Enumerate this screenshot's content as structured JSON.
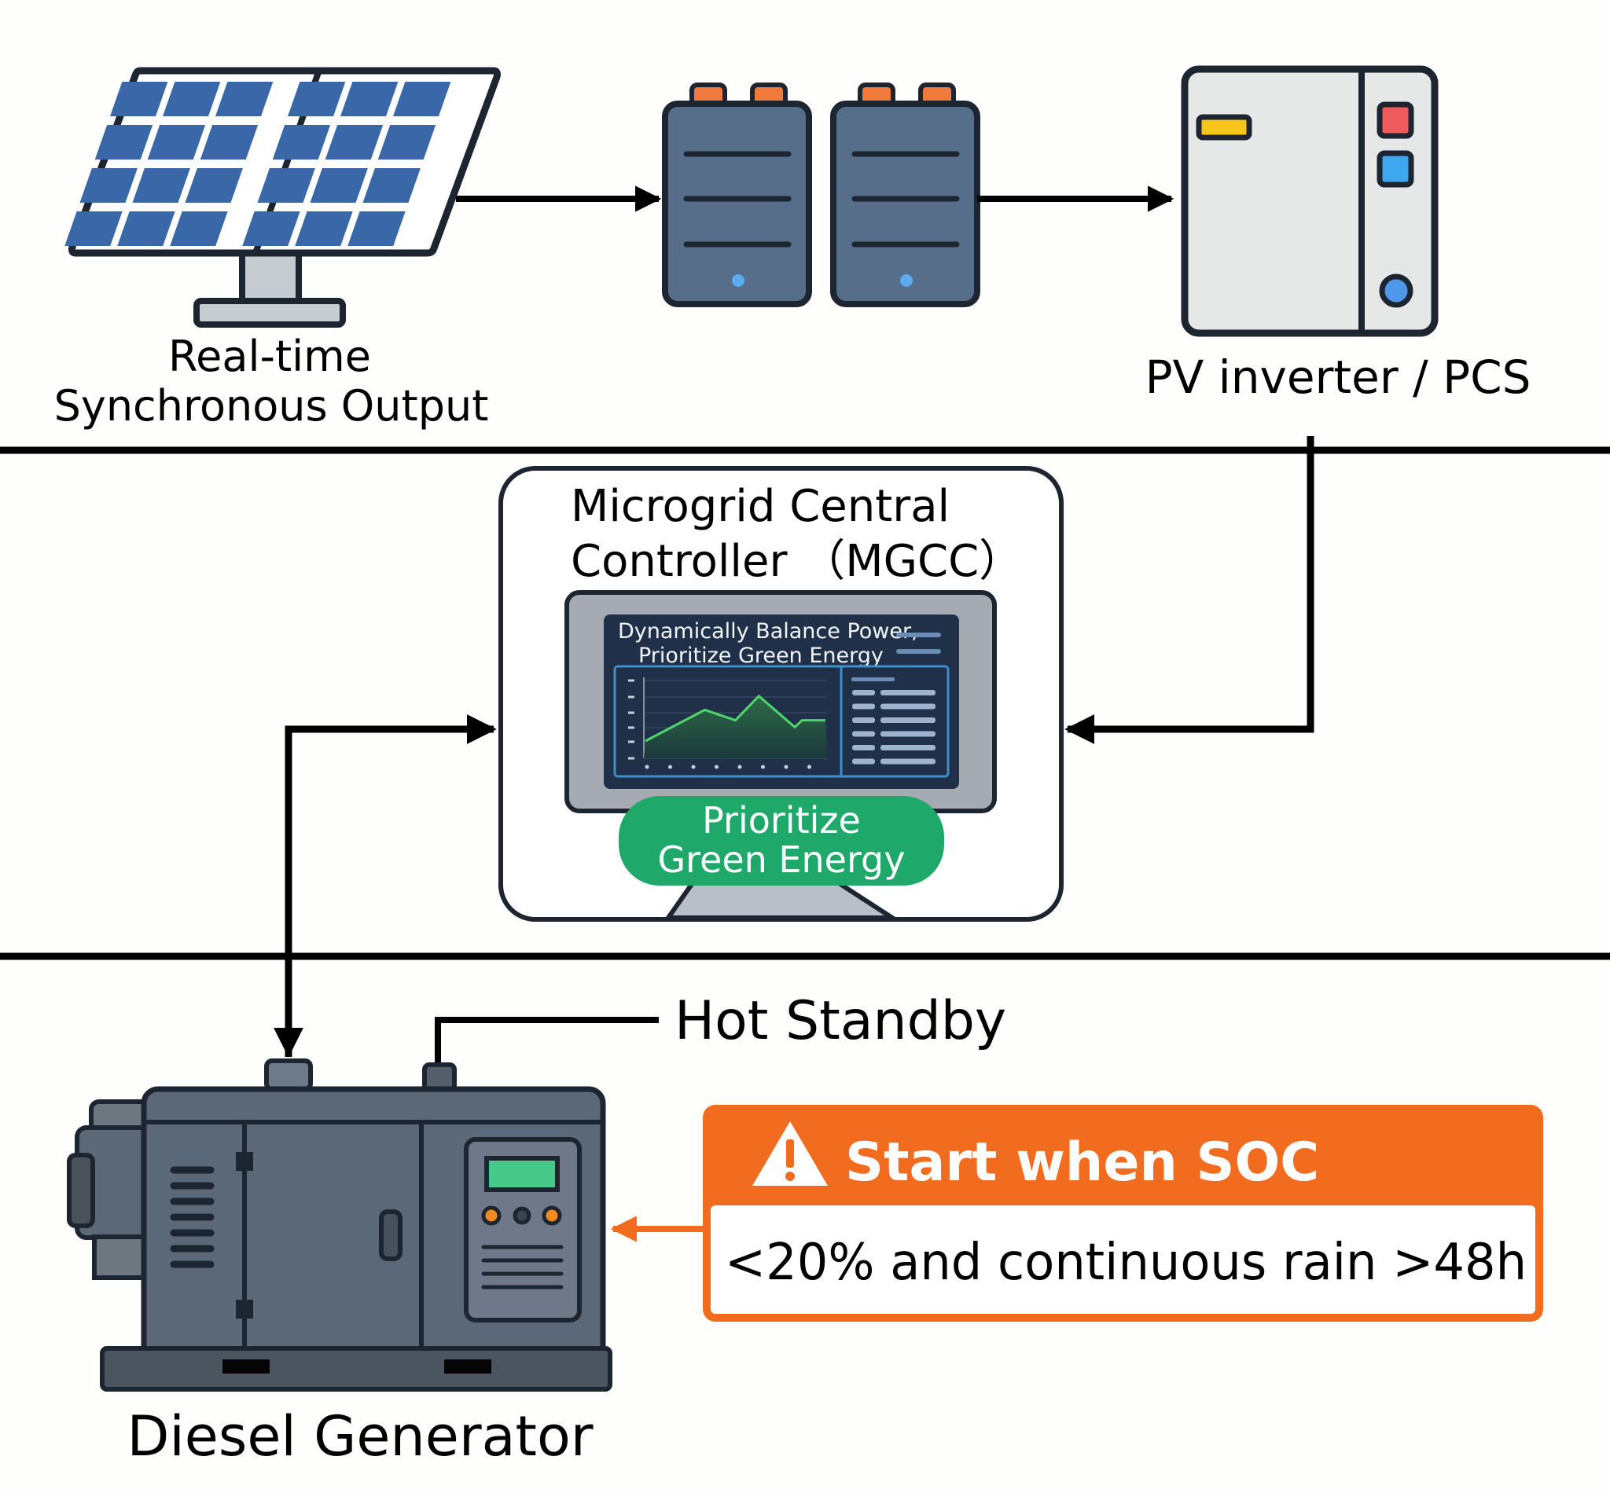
{
  "diagram": {
    "solar_panel": {
      "label_lines": [
        "Real-time",
        "Synchronous Output"
      ]
    },
    "battery_pack": {
      "count": 2
    },
    "inverter": {
      "label": "PV inverter / PCS"
    },
    "mgcc": {
      "title_lines": [
        "Microgrid Central",
        "Controller （MGCC）"
      ],
      "screen_heading_lines": [
        "Dynamically Balance Power,",
        "Prioritize Green Energy"
      ],
      "badge_lines": [
        "Prioritize",
        "Green Energy"
      ],
      "chart": {
        "type": "area",
        "values": [
          2,
          5.6,
          4.4,
          7.2,
          3.6,
          4.4,
          4.4
        ],
        "ylim": [
          0,
          9
        ]
      }
    },
    "generator": {
      "label": "Diesel Generator",
      "standby_label": "Hot Standby"
    },
    "alert": {
      "icon": "warning-triangle-icon",
      "title": "Start when SOC",
      "condition": "<20% and continuous rain >48h"
    },
    "colors": {
      "panel_cell": "#3a67a8",
      "battery_body": "#566e8a",
      "battery_terminal": "#f07a3c",
      "inverter_body": "#e6e8e8",
      "inverter_yellow": "#f5c51d",
      "inverter_red": "#ef5a5a",
      "inverter_blue": "#3ea8ef",
      "chart_line": "#4fd66a",
      "badge_green": "#1ea86a",
      "generator_body": "#5b6878",
      "generator_screen": "#48c98c",
      "alert_orange": "#f26c1f",
      "line": "#000000"
    }
  }
}
